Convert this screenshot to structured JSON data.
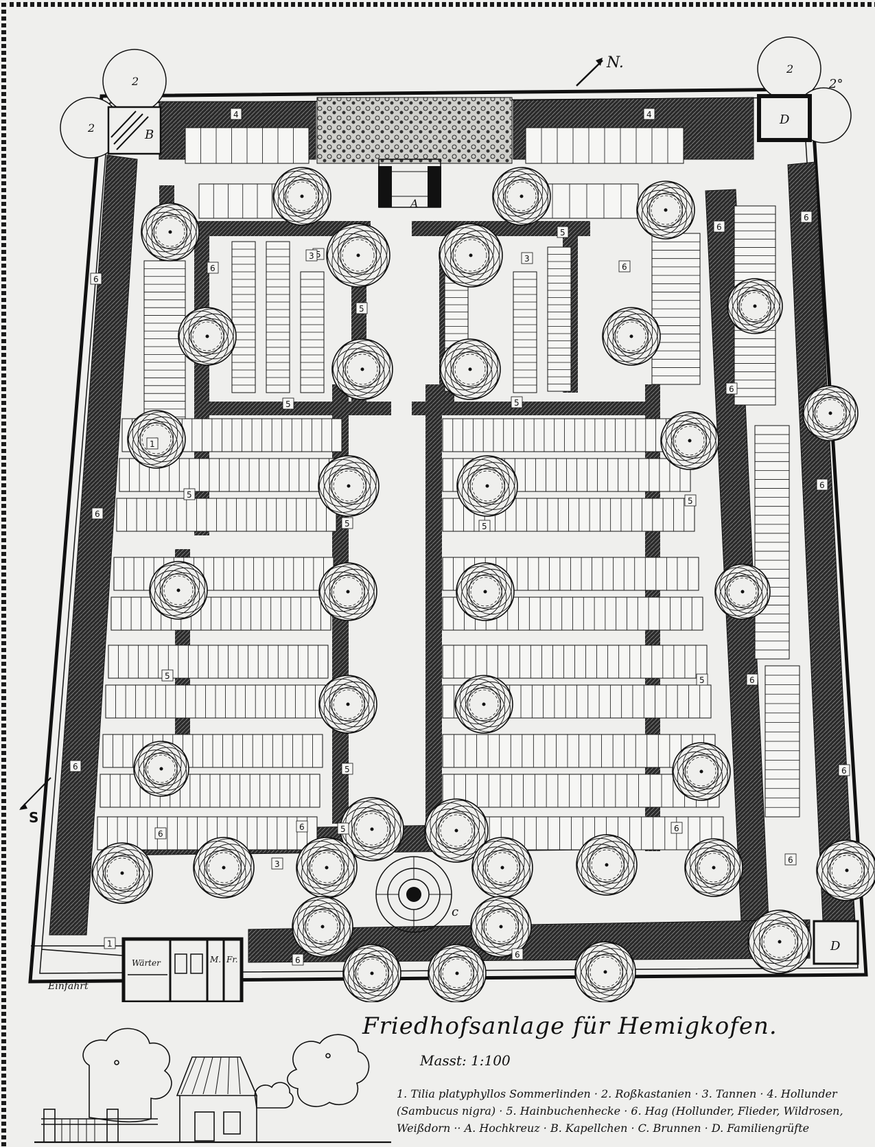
{
  "plan": {
    "title": "Friedhofsanlage für Hemigkofen.",
    "scale": "Masst: 1:100",
    "legend_lines": [
      "1. Tilia platyphyllos Sommerlinden · 2. Roßkastanien · 3. Tannen · 4. Hollunder",
      "(Sambucus nigra) · 5. Hainbuchenhecke · 6. Hag (Hollunder, Flieder, Wildrosen,",
      "Weißdorn ·· A. Hochkreuz · B. Kapellchen · C. Brunnen · D. Familiengrüfte"
    ],
    "north_label": "N.",
    "south_label": "S",
    "entrance_label": "Einfahrt",
    "warden_label": "Wärter",
    "m_label": "M.",
    "fr_label": "Fr.",
    "letters": {
      "A": "A",
      "B": "B",
      "C": "c",
      "D": "D"
    },
    "numbers": {
      "one": "1",
      "two": "2",
      "three": "3",
      "four": "4",
      "five": "5",
      "six": "6"
    },
    "two_degree": "2°"
  }
}
